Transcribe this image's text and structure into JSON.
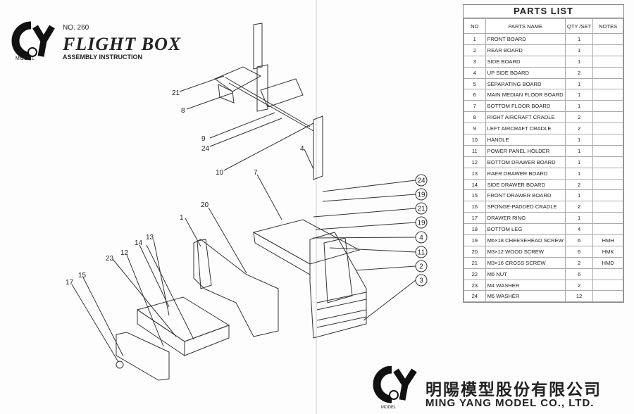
{
  "header": {
    "logo_label": "MODEL",
    "doc_number": "NO. 260",
    "title": "FLIGHT BOX",
    "subtitle": "ASSEMBLY INSTRUCTION"
  },
  "callouts": [
    "21",
    "8",
    "9",
    "24",
    "10",
    "4",
    "7",
    "20",
    "1",
    "23",
    "12",
    "14",
    "13",
    "17",
    "15",
    "24",
    "19",
    "21",
    "19",
    "4",
    "11",
    "2",
    "3"
  ],
  "parts_list": {
    "title": "PARTS LIST",
    "columns": [
      "NO",
      "PARTS NAME",
      "QTY /SET",
      "NOTES"
    ],
    "rows": [
      {
        "no": "1",
        "name": "FRONT BOARD",
        "qty": "1",
        "notes": ""
      },
      {
        "no": "2",
        "name": "REAR BOARD",
        "qty": "1",
        "notes": ""
      },
      {
        "no": "3",
        "name": "SIDE BOARD",
        "qty": "1",
        "notes": ""
      },
      {
        "no": "4",
        "name": "UP SIDE BOARD",
        "qty": "2",
        "notes": ""
      },
      {
        "no": "5",
        "name": "SEPARATING BOARD",
        "qty": "1",
        "notes": ""
      },
      {
        "no": "6",
        "name": "MAIN MEDIAN FLOOR BOARD",
        "qty": "1",
        "notes": ""
      },
      {
        "no": "7",
        "name": "BOTTOM FLOOR BOARD",
        "qty": "1",
        "notes": ""
      },
      {
        "no": "8",
        "name": "RIGHT AIRCRAFT CRADLE",
        "qty": "2",
        "notes": ""
      },
      {
        "no": "9",
        "name": "LEFT AIRCRAFT CRADLE",
        "qty": "2",
        "notes": ""
      },
      {
        "no": "10",
        "name": "HANDLE",
        "qty": "1",
        "notes": ""
      },
      {
        "no": "11",
        "name": "POWER PANEL HOLDER",
        "qty": "1",
        "notes": ""
      },
      {
        "no": "12",
        "name": "BOTTOM DRAWER BOARD",
        "qty": "1",
        "notes": ""
      },
      {
        "no": "13",
        "name": "RAER DRAWER BOARD",
        "qty": "1",
        "notes": ""
      },
      {
        "no": "14",
        "name": "SIDE DRAWER BOARD",
        "qty": "2",
        "notes": ""
      },
      {
        "no": "15",
        "name": "FRONT DRAWER BOARD",
        "qty": "1",
        "notes": ""
      },
      {
        "no": "16",
        "name": "SPONGE-PADDED CRADLE",
        "qty": "2",
        "notes": ""
      },
      {
        "no": "17",
        "name": "DRAWER RING",
        "qty": "1",
        "notes": ""
      },
      {
        "no": "18",
        "name": "BOTTOM LEG",
        "qty": "4",
        "notes": ""
      },
      {
        "no": "19",
        "name": "M6×18 CHEESEHEAD SCREW",
        "qty": "6",
        "notes": "HMH"
      },
      {
        "no": "20",
        "name": "M3×12 WOOD SCREW",
        "qty": "6",
        "notes": "HMK"
      },
      {
        "no": "21",
        "name": "M3×16 CROSS SCREW",
        "qty": "2",
        "notes": "HMD"
      },
      {
        "no": "22",
        "name": "M6 NUT",
        "qty": "6",
        "notes": ""
      },
      {
        "no": "23",
        "name": "M4 WASHER",
        "qty": "2",
        "notes": ""
      },
      {
        "no": "24",
        "name": "M6 WASHER",
        "qty": "12",
        "notes": ""
      }
    ]
  },
  "brand": {
    "model_label": "MODEL",
    "name_cn": "明陽模型股份有限公司",
    "name_en": "MING YANG MODEL CO., LTD."
  }
}
